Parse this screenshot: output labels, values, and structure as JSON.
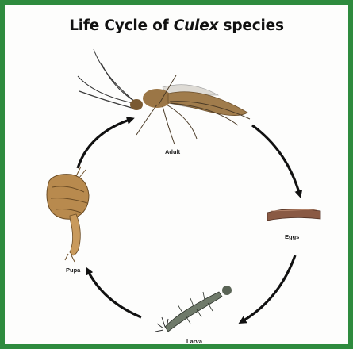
{
  "title": {
    "prefix": "Life Cycle of ",
    "genus": "Culex",
    "suffix": " species"
  },
  "stages": {
    "adult": "Adult",
    "eggs": "Eggs",
    "larva": "Larva",
    "pupa": "Pupa"
  },
  "colors": {
    "border": "#2e8b3e",
    "arrow": "#111111",
    "mosquito_body": "#a07c4c",
    "egg_raft": "#8a5a44",
    "larva": "#6f7a6a",
    "pupa": "#b88a4e"
  }
}
